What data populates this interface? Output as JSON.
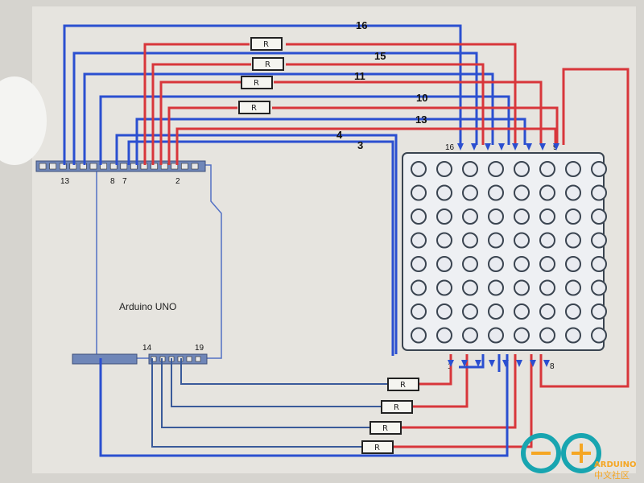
{
  "wire_labels": [
    "16",
    "15",
    "11",
    "10",
    "13",
    "4",
    "3"
  ],
  "resistor_label": "R",
  "board": {
    "title": "Arduino UNO",
    "top_pins": [
      "13",
      "8",
      "7",
      "2"
    ],
    "bottom_pins": [
      "14",
      "19"
    ]
  },
  "matrix": {
    "rows": 8,
    "cols": 8,
    "top_pin_labels": [
      "16",
      "9"
    ],
    "bottom_pin_labels": [
      "1",
      "8"
    ]
  },
  "logo": {
    "brand": "ARDUINO",
    "sub": "中文社区"
  },
  "colors": {
    "wire_blue": "#2b4fd0",
    "wire_red": "#d8363b",
    "header": "#6f86b8",
    "logo_teal": "#18a5b0"
  }
}
